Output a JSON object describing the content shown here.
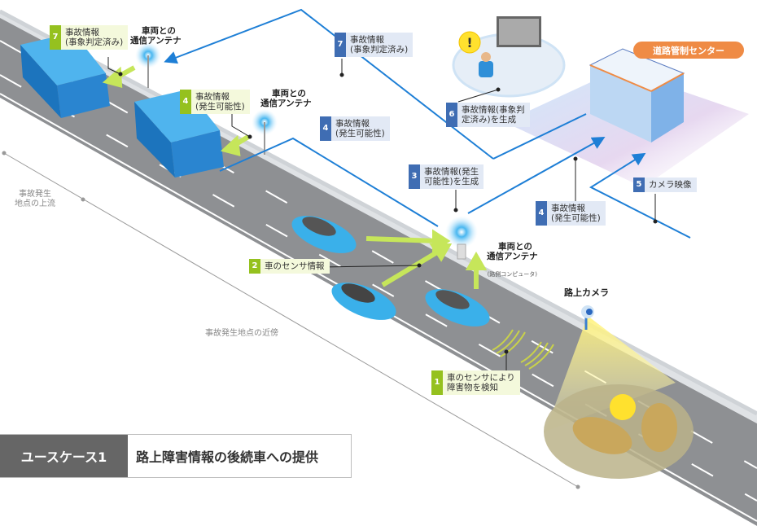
{
  "diagram": {
    "title_tag": "ユースケース1",
    "title": "路上障害情報の後続車への提供",
    "control_center": "道路管制センター",
    "camera_label": "路上カメラ",
    "zones": {
      "upstream": "事故発生\n地点の上流",
      "vicinity": "事故発生地点の近傍"
    },
    "antennas": [
      {
        "label": "車両との\n通信アンテナ",
        "sub": ""
      },
      {
        "label": "車両との\n通信アンテナ",
        "sub": ""
      },
      {
        "label": "車両との\n通信アンテナ",
        "sub": "(路側コンピュータ)"
      }
    ],
    "callouts": [
      {
        "num": "1",
        "text": "車のセンサにより\n障害物を検知",
        "style": "green"
      },
      {
        "num": "2",
        "text": "車のセンサ情報",
        "style": "green"
      },
      {
        "num": "3",
        "text": "事故情報(発生\n可能性)を生成",
        "style": "blue"
      },
      {
        "num": "4",
        "text": "事故情報\n(発生可能性)",
        "style": "blue"
      },
      {
        "num": "4",
        "text": "事故情報\n(発生可能性)",
        "style": "blue"
      },
      {
        "num": "4",
        "text": "事故情報\n(発生可能性)",
        "style": "green"
      },
      {
        "num": "5",
        "text": "カメラ映像",
        "style": "blue"
      },
      {
        "num": "6",
        "text": "事故情報(事象判\n定済み)を生成",
        "style": "blue"
      },
      {
        "num": "7",
        "text": "事故情報\n(事象判定済み)",
        "style": "blue"
      },
      {
        "num": "7",
        "text": "事故情報\n(事象判定済み)",
        "style": "green"
      }
    ],
    "colors": {
      "road": "#8e9093",
      "flow_line": "#1e7fd6",
      "green_arrow": "#c6e65a",
      "vehicle": "#3ab0ea",
      "accident_vehicle": "#c9a75c",
      "center_badge": "#ef8b45",
      "title_tag_bg": "#666666"
    }
  }
}
